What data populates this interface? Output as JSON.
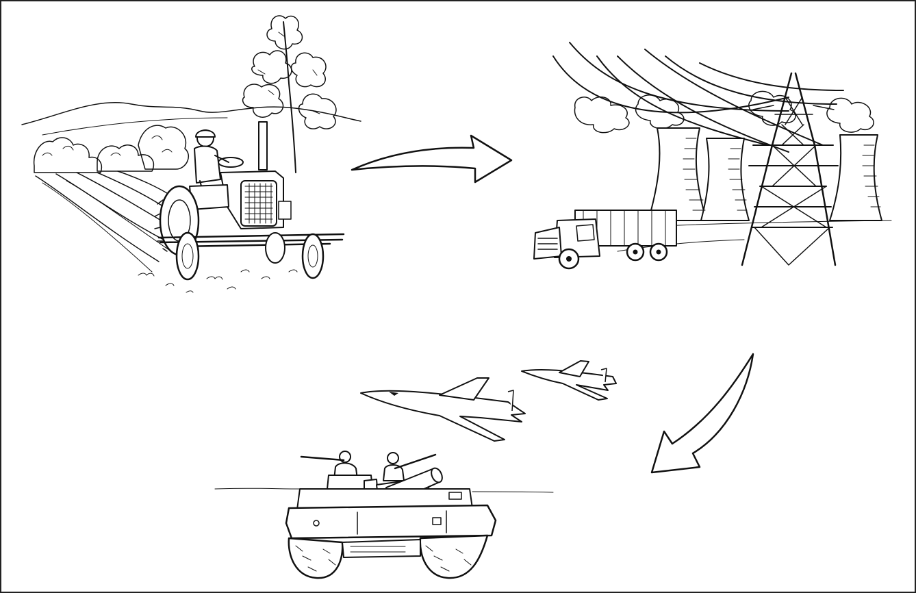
{
  "illustration": {
    "scenes": [
      {
        "id": "farming",
        "icon": "tractor-icon"
      },
      {
        "id": "industry",
        "icon": "power-plant-icon"
      },
      {
        "id": "military",
        "icon": "tank-icon"
      }
    ],
    "arrows": [
      {
        "id": "arrow-farming-to-industry",
        "icon": "arrow-right-icon"
      },
      {
        "id": "arrow-industry-to-military",
        "icon": "arrow-down-left-icon"
      }
    ],
    "ink_color": "#111111",
    "background_color": "#ffffff"
  }
}
